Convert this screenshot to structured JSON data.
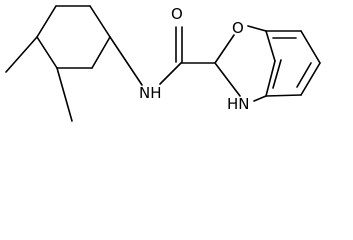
{
  "structure": {
    "atom_labels": {
      "carbonyl_oxygen": "O",
      "amide_nitrogen": "NH",
      "ring_oxygen": "O",
      "ring_nitrogen": "H",
      "ring_nitrogen_suffix": "N"
    }
  }
}
